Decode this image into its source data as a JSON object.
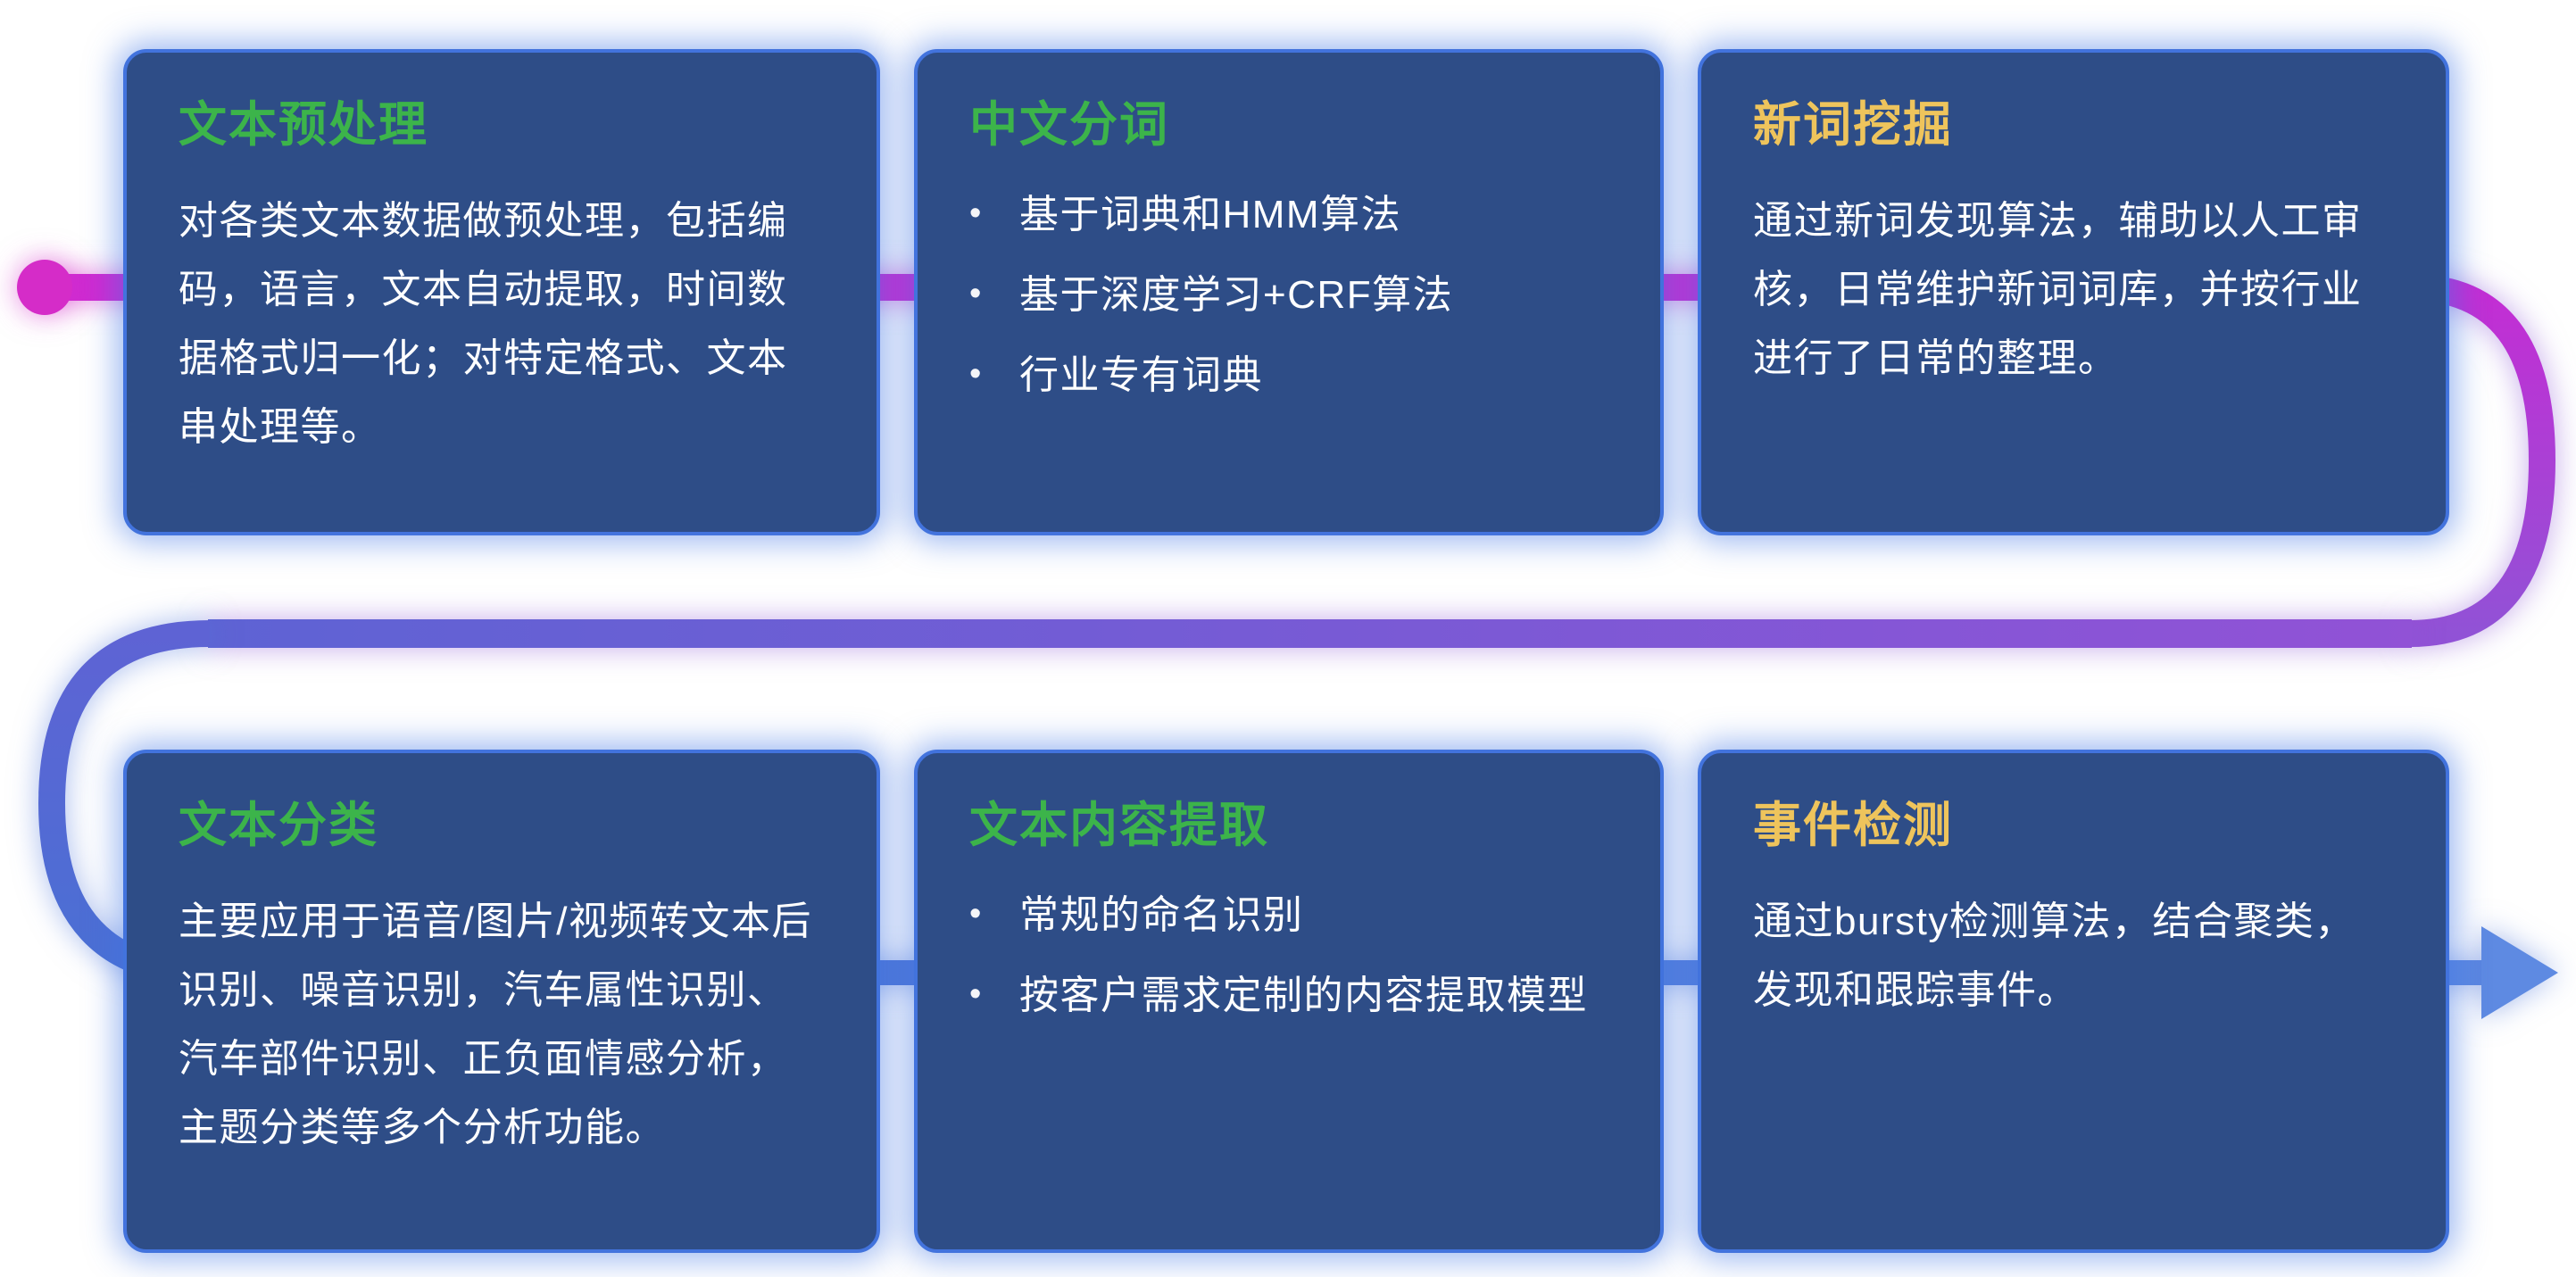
{
  "colors": {
    "card_bg": "#2e4d87",
    "card_border": "#4273dd",
    "title_green": "#3cb44a",
    "title_yellow": "#eec45c",
    "body_text": "#ffffff",
    "flow_magenta": "#cf2bd2",
    "flow_purple": "#9152d6",
    "flow_blue": "#4a70d4",
    "flow_arrow": "#5e8ae2"
  },
  "flow": {
    "start_dot_color": "#d52cc8",
    "row1_line_color": "#cf2bd2",
    "right_curve_colors": [
      "#c42dd4",
      "#9152d6"
    ],
    "middle_line_colors": [
      "#9152d6",
      "#5e63d4"
    ],
    "left_curve_colors": [
      "#5e63d4",
      "#4a70d4"
    ],
    "bottom_line_colors": [
      "#4a70d4",
      "#5e8ae2"
    ],
    "arrow_color": "#5e8ae2"
  },
  "cards": [
    {
      "title": "文本预处理",
      "title_color": "#3cb44a",
      "body": "对各类文本数据做预处理，包括编码，语言，文本自动提取，时间数据格式归一化；对特定格式、文本串处理等。"
    },
    {
      "title": "中文分词",
      "title_color": "#3cb44a",
      "bullets": [
        "基于词典和HMM算法",
        "基于深度学习+CRF算法",
        "行业专有词典"
      ]
    },
    {
      "title": "新词挖掘",
      "title_color": "#eec45c",
      "body": "通过新词发现算法，辅助以人工审核，日常维护新词词库，并按行业进行了日常的整理。"
    },
    {
      "title": "文本分类",
      "title_color": "#3cb44a",
      "body": "主要应用于语音/图片/视频转文本后识别、噪音识别，汽车属性识别、汽车部件识别、正负面情感分析，主题分类等多个分析功能。"
    },
    {
      "title": "文本内容提取",
      "title_color": "#3cb44a",
      "bullets": [
        "常规的命名识别",
        "按客户需求定制的内容提取模型"
      ]
    },
    {
      "title": "事件检测",
      "title_color": "#eec45c",
      "body": "通过bursty检测算法，结合聚类，发现和跟踪事件。"
    }
  ]
}
